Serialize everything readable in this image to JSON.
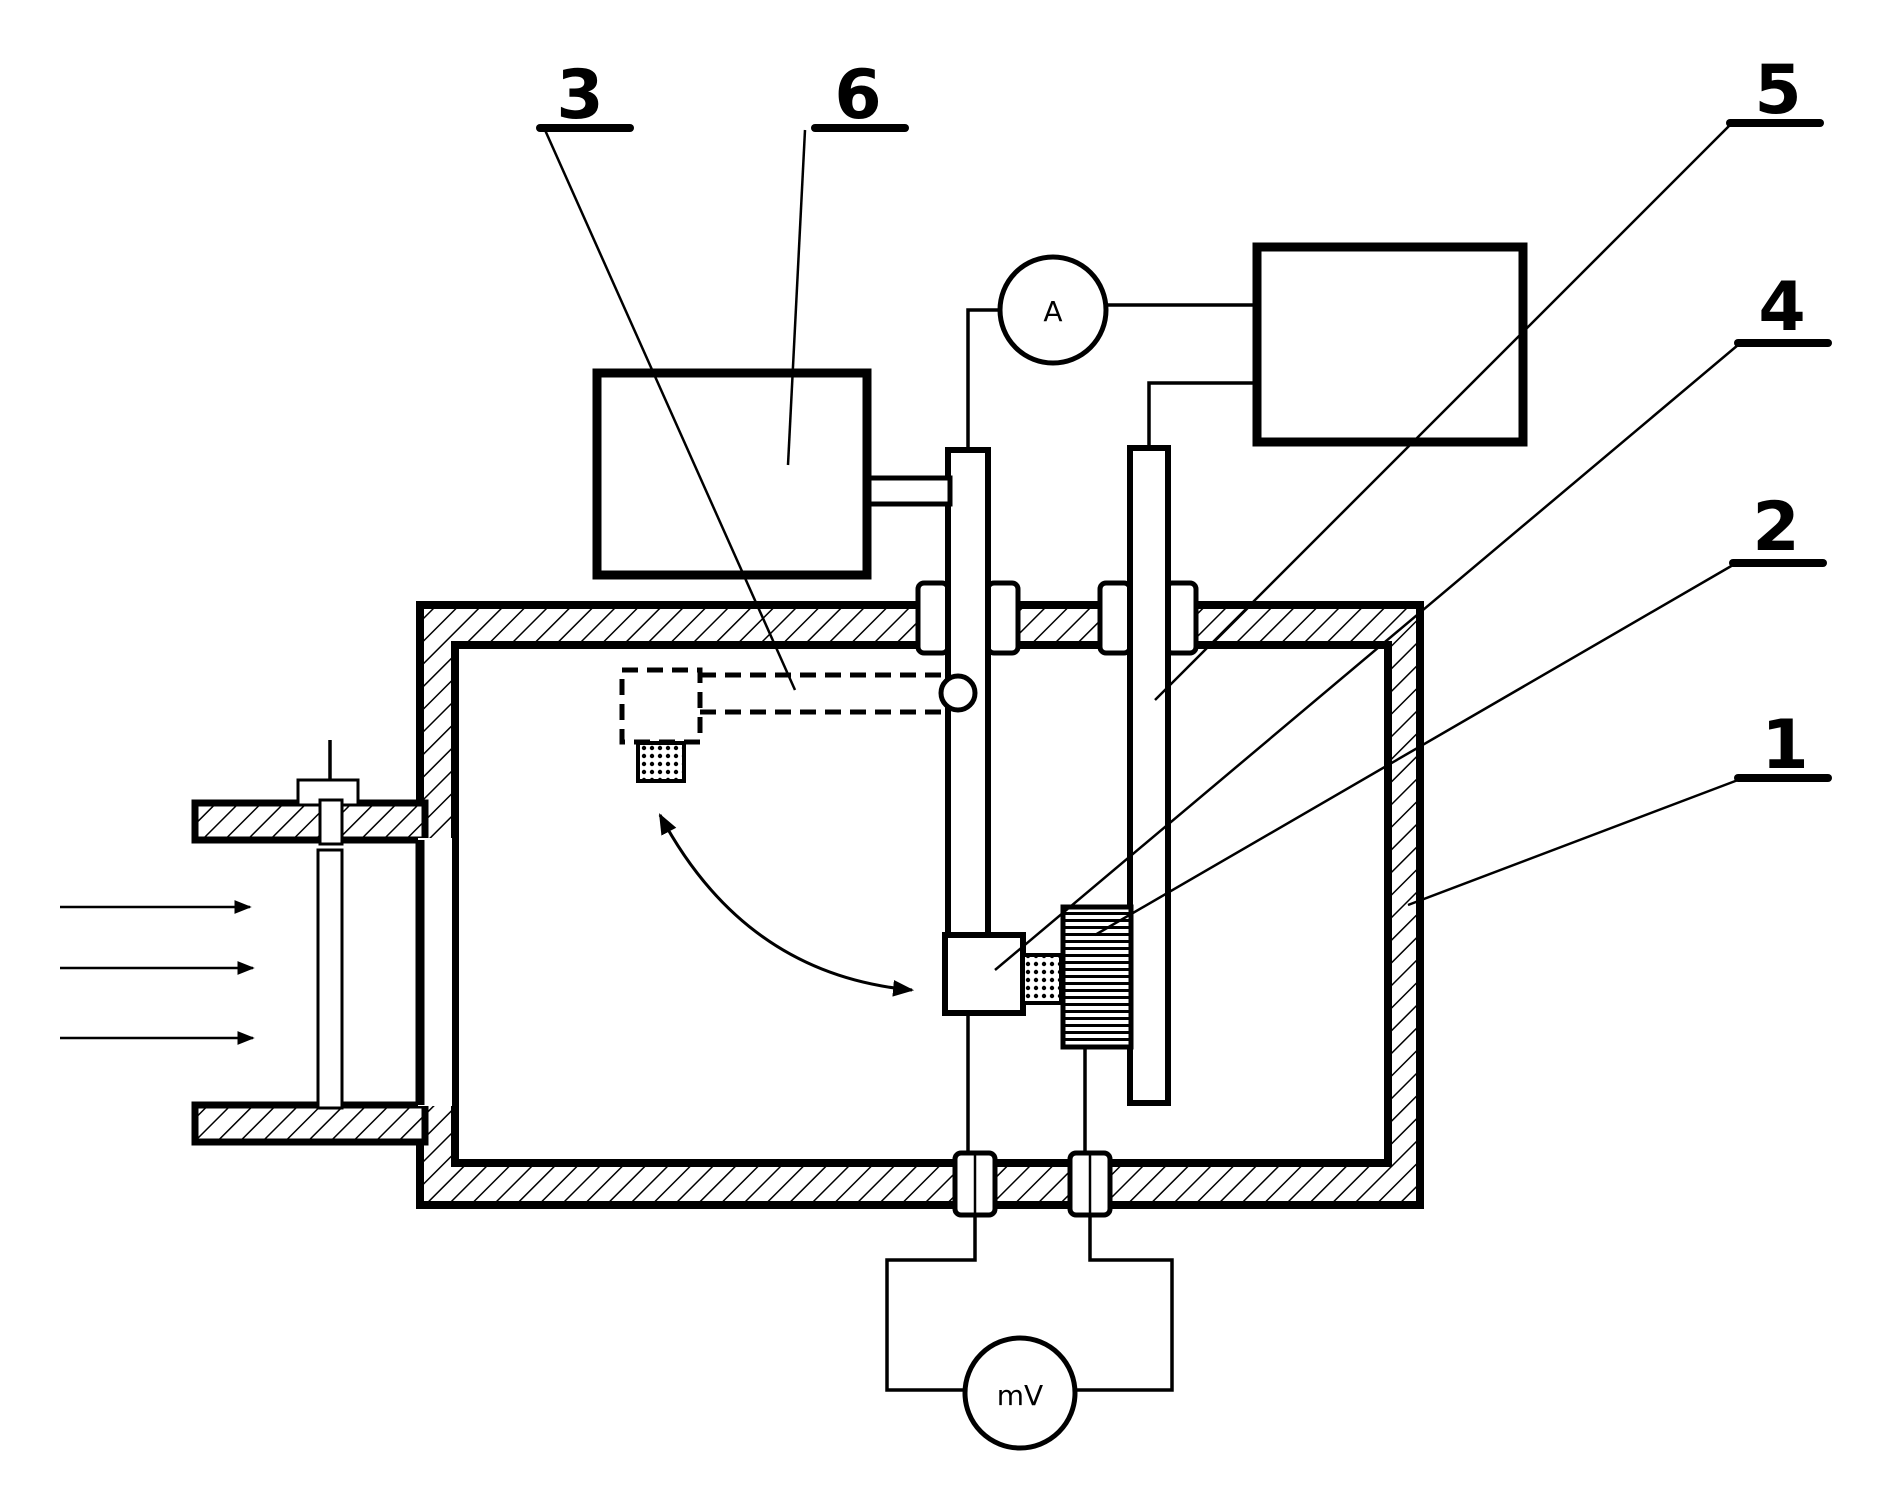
{
  "labels": {
    "l1": "1",
    "l2": "2",
    "l3": "3",
    "l4": "4",
    "l5": "5",
    "l6": "6"
  },
  "meters": {
    "ammeter": "A",
    "millivoltmeter": "mV"
  }
}
